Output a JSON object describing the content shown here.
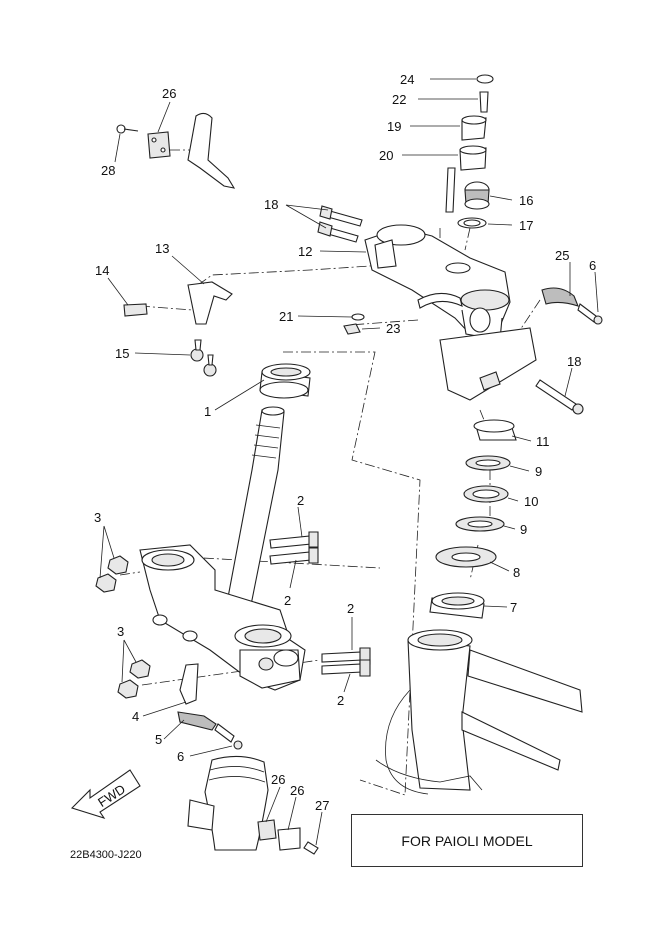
{
  "callouts": {
    "c1": "1",
    "c2": "2",
    "c3": "3",
    "c4": "4",
    "c5": "5",
    "c6": "6",
    "c7": "7",
    "c8": "8",
    "c9": "9",
    "c10": "10",
    "c11": "11",
    "c12": "12",
    "c13": "13",
    "c14": "14",
    "c15": "15",
    "c16": "16",
    "c17": "17",
    "c18": "18",
    "c19": "19",
    "c20": "20",
    "c21": "21",
    "c22": "22",
    "c23": "23",
    "c24": "24",
    "c25": "25",
    "c26": "26",
    "c27": "27",
    "c28": "28"
  },
  "fwd_label": "FWD",
  "model_note": "FOR PAIOLI MODEL",
  "diagram_code": "22B4300-J220"
}
